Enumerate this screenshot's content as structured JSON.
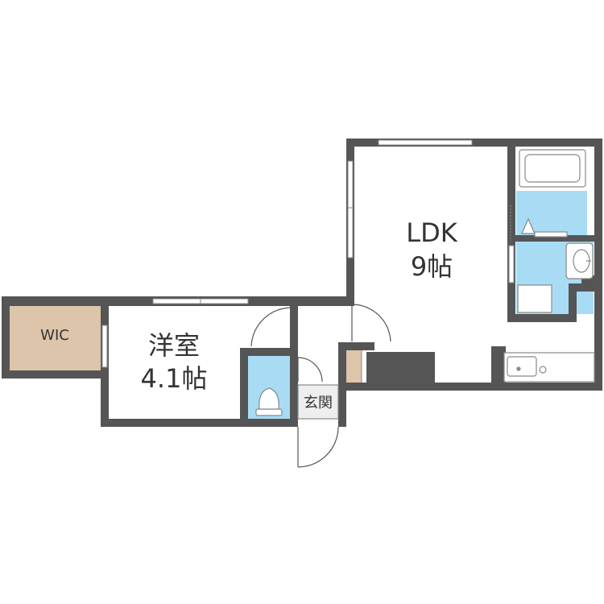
{
  "rooms": {
    "ldk": {
      "name": "LDK",
      "size": "9帖"
    },
    "western": {
      "name": "洋室",
      "size": "4.1帖"
    },
    "wic": {
      "name": "WIC"
    },
    "entrance": {
      "name": "玄関"
    }
  },
  "colors": {
    "wall": "#555555",
    "wet_area": "#a8dcf4",
    "storage": "#ddc5ab",
    "fixture_line": "#888888",
    "floor": "#ffffff"
  }
}
